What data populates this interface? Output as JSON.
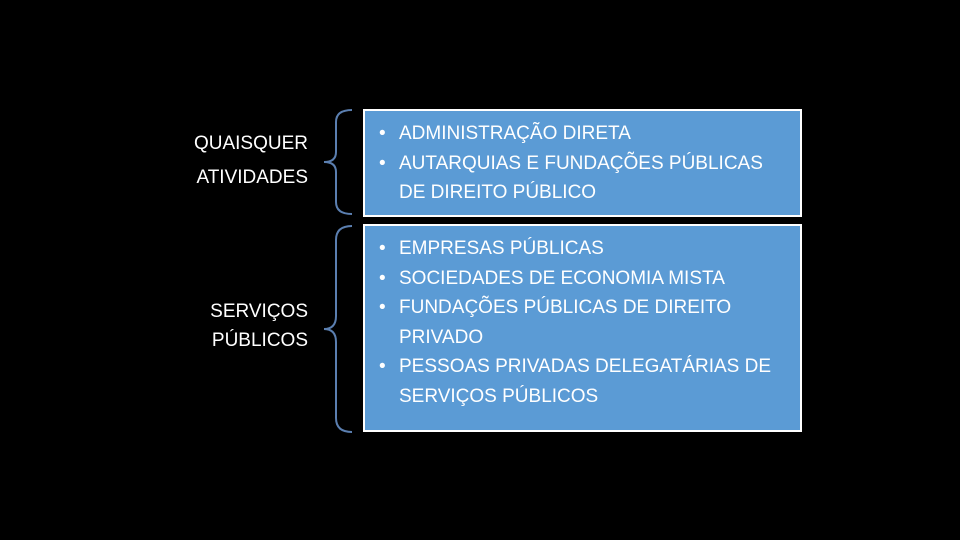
{
  "groups": [
    {
      "label_lines": [
        "QUAISQUER",
        "ATIVIDADES"
      ],
      "items": [
        "ADMINISTRAÇÃO DIRETA",
        "AUTARQUIAS E FUNDAÇÕES PÚBLICAS DE DIREITO PÚBLICO"
      ]
    },
    {
      "label_lines": [
        "SERVIÇOS",
        "PÚBLICOS"
      ],
      "items": [
        "EMPRESAS PÚBLICAS",
        "SOCIEDADES DE ECONOMIA MISTA",
        "FUNDAÇÕES PÚBLICAS DE DIREITO PRIVADO",
        "PESSOAS PRIVADAS DELEGATÁRIAS DE SERVIÇOS PÚBLICOS"
      ]
    }
  ],
  "bullet": "•",
  "colors": {
    "background": "#000000",
    "box_fill": "#5b9bd5",
    "box_border": "#ffffff",
    "brace": "#5b7fb0",
    "text": "#ffffff"
  }
}
